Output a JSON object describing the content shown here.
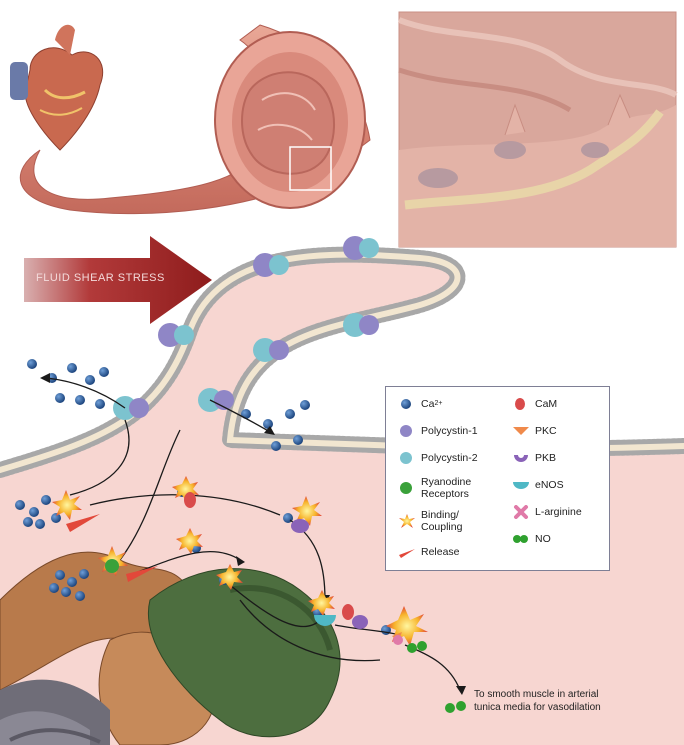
{
  "stress_label": "FLUID SHEAR STRESS",
  "legend": {
    "ca": "Ca",
    "ca_sup": "2+",
    "pc1": "Polycystin-1",
    "pc2": "Polycystin-2",
    "ryr1": "Ryanodine",
    "ryr2": "Receptors",
    "bind1": "Binding/",
    "bind2": "Coupling",
    "release": "Release",
    "cam": "CaM",
    "pkc": "PKC",
    "pkb": "PKB",
    "enos": "eNOS",
    "larg": "L-arginine",
    "no": "NO"
  },
  "caption": {
    "line1": "To smooth muscle in arterial",
    "line2": "tunica media for vasodilation"
  },
  "colors": {
    "ca": "#1f4f8f",
    "pc1": "#8f86c6",
    "pc2": "#7cc3cf",
    "ryr": "#3aa13a",
    "binding": "#f7b32b",
    "release": "#e2483a",
    "cam": "#d94b4b",
    "pkc": "#f08a4b",
    "pkb": "#8a63b8",
    "enos": "#4fb8c5",
    "larg": "#e07aa8",
    "no": "#2fa12f"
  }
}
